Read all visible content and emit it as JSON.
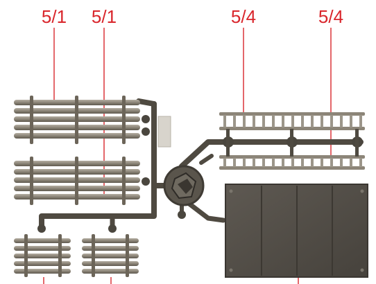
{
  "labels": {
    "top_1": "5/1",
    "top_2": "5/1",
    "top_3": "5/4",
    "top_4": "5/4"
  },
  "colors": {
    "annotation": "#d9262c",
    "plastic": "#7d7668",
    "plastic_dark": "#4f4a41",
    "plastic_light": "#a59f93",
    "panel": "#555049",
    "tag": "#d8d4cc",
    "background": "#ffffff"
  }
}
